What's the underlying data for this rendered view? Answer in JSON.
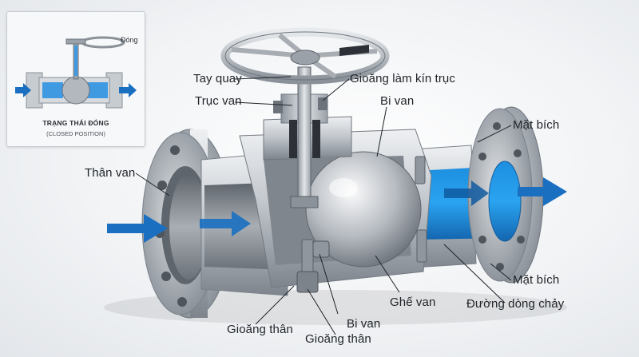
{
  "inset": {
    "title": "TRẠNG THÁI ĐÓNG",
    "subtitle": "(CLOSED POSITION)",
    "state_label": "Đóng"
  },
  "labels": {
    "tay_quay": "Tay quay",
    "truc_van": "Trục van",
    "gioang_lam_kin_truc": "Gioăng làm kín trục",
    "bi_van_top": "Bi van",
    "mat_bich_top": "Mặt bích",
    "than_van": "Thân van",
    "mat_bich_bottom": "Mặt bích",
    "duong_dong_chay": "Đường dòng chảy",
    "ghe_van": "Ghế van",
    "bi_van_bottom": "Bi van",
    "gioang_than_left": "Gioăng thân",
    "gioang_than_bottom": "Gioăng thân"
  },
  "colors": {
    "flow_arrow": "#1a6fc1",
    "flow_fill": "#1d8fe0",
    "steel": "#b9bfc6"
  }
}
